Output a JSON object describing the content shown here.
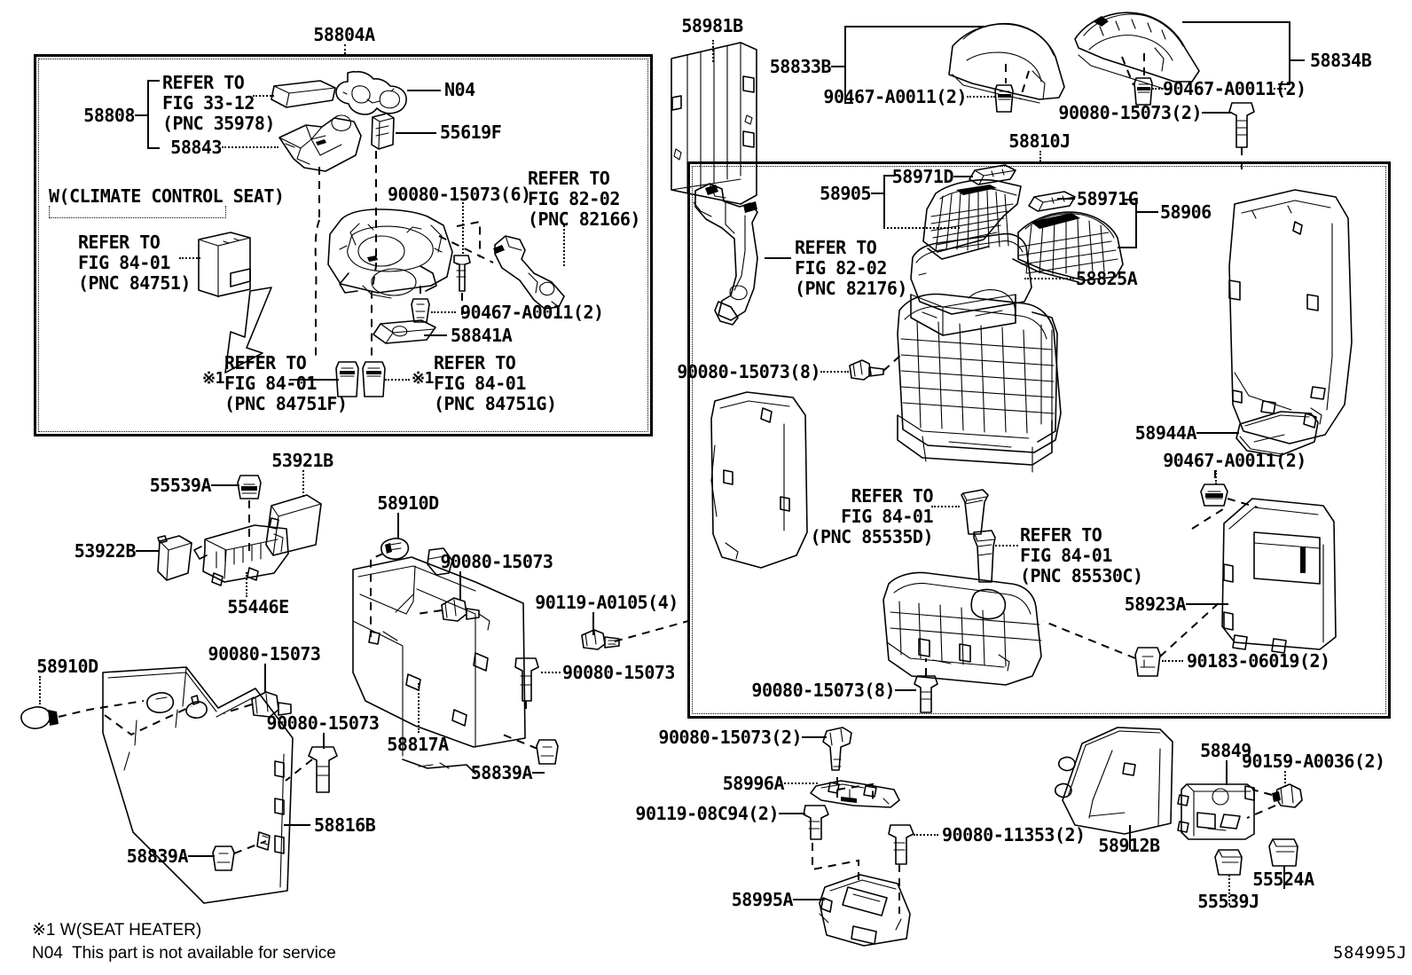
{
  "diagram": {
    "figure_code": "584995J",
    "footnotes": [
      "※1 W(SEAT HEATER)",
      "N04  This part is not available for service"
    ]
  },
  "groups": {
    "upper_left": {
      "title": "58804A",
      "climate_seat_note": "W(CLIMATE CONTROL SEAT)",
      "bracket_label": "58808"
    },
    "right": {
      "title": "58810J"
    }
  },
  "labels": {
    "l58804a": "58804A",
    "l58808": "58808",
    "l58843": "58843",
    "ln04": "N04",
    "l55619f": "55619F",
    "refer_fig3312": "REFER TO\nFIG 33-12\n(PNC 35978)",
    "refer_fig8401_84751": "REFER TO\nFIG 84-01\n(PNC 84751)",
    "refer_fig8202_82166": "REFER TO\nFIG 82-02\n(PNC 82166)",
    "refer_fig8401_84751f": "REFER TO\nFIG 84-01\n(PNC 84751F)",
    "refer_fig8401_84751g": "REFER TO\nFIG 84-01\n(PNC 84751G)",
    "refer_fig8202_82176": "REFER TO\nFIG 82-02\n(PNC 82176)",
    "refer_fig8401_85535d": "REFER TO\nFIG 84-01\n(PNC 85535D)",
    "refer_fig8401_85530c": "REFER TO\nFIG 84-01\n(PNC 85530C)",
    "climate_seat": "W(CLIMATE CONTROL SEAT)",
    "star1_a": "※1",
    "star1_b": "※1",
    "b90080_15073_6": "90080-15073(6)",
    "b90467_a0011_2_ul": "90467-A0011(2)",
    "l58841a": "58841A",
    "l58981b": "58981B",
    "l58833b": "58833B",
    "l58834b": "58834B",
    "b90467_a0011_2_left": "90467-A0011(2)",
    "b90467_a0011_2_right": "90467-A0011(2)",
    "b90080_15073_2_top": "90080-15073(2)",
    "l58810j": "58810J",
    "l58905": "58905",
    "l58971d": "58971D",
    "l58971g": "58971G",
    "l58906": "58906",
    "l58825a": "58825A",
    "b90080_15073_8_a": "90080-15073(8)",
    "b90080_15073_8_b": "90080-15073(8)",
    "l58944a": "58944A",
    "b90467_a0011_2_58944": "90467-A0011(2)",
    "l58923a": "58923A",
    "b90183_06019_2": "90183-06019(2)",
    "l53921b": "53921B",
    "l55539a": "55539A",
    "l53922b": "53922B",
    "l55446e": "55446E",
    "l58910d_top": "58910D",
    "b90080_15073_mid": "90080-15073",
    "b90119_a0105_4": "90119-A0105(4)",
    "b90080_15073_right": "90080-15073",
    "l58817a": "58817A",
    "l58839a_right": "58839A",
    "l58910d_left": "58910D",
    "b90080_15073_left_top": "90080-15073",
    "b90080_15073_left_low": "90080-15073",
    "l58816b": "58816B",
    "l58839a_bottom": "58839A",
    "b90080_15073_2_bot": "90080-15073(2)",
    "l58996a": "58996A",
    "b90119_08c94_2": "90119-08C94(2)",
    "b90080_11353_2": "90080-11353(2)",
    "l58995a": "58995A",
    "l58912b": "58912B",
    "l58849": "58849",
    "b90159_a0036_2": "90159-A0036(2)",
    "l55524a": "55524A",
    "l55539j": "55539J"
  }
}
